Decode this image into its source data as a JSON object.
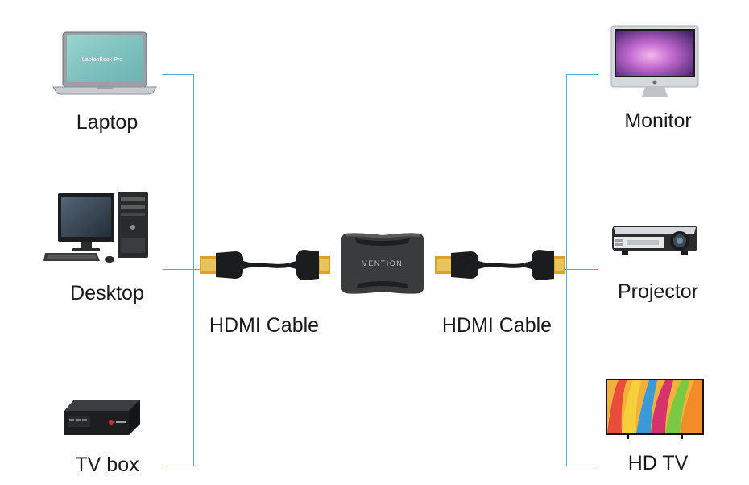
{
  "sources": {
    "laptop": {
      "label": "Laptop",
      "icon": "laptop-icon",
      "screen_text": "LaptopBook Pro"
    },
    "desktop": {
      "label": "Desktop",
      "icon": "desktop-computer-icon"
    },
    "tvbox": {
      "label": "TV box",
      "icon": "tv-box-icon"
    }
  },
  "cables": {
    "left": {
      "label": "HDMI Cable",
      "icon": "hdmi-cable-icon"
    },
    "right": {
      "label": "HDMI Cable",
      "icon": "hdmi-cable-icon"
    }
  },
  "coupler": {
    "brand": "VENTION",
    "icon": "hdmi-coupler-icon"
  },
  "displays": {
    "monitor": {
      "label": "Monitor",
      "icon": "monitor-icon"
    },
    "projector": {
      "label": "Projector",
      "icon": "projector-icon"
    },
    "hdtv": {
      "label": "HD TV",
      "icon": "hd-tv-icon"
    }
  },
  "colors": {
    "connector_line": "#5aa9d6",
    "text": "#1a1a1a",
    "coupler_body": "#3a3b3d",
    "hdmi_gold": "#d4a52a"
  }
}
